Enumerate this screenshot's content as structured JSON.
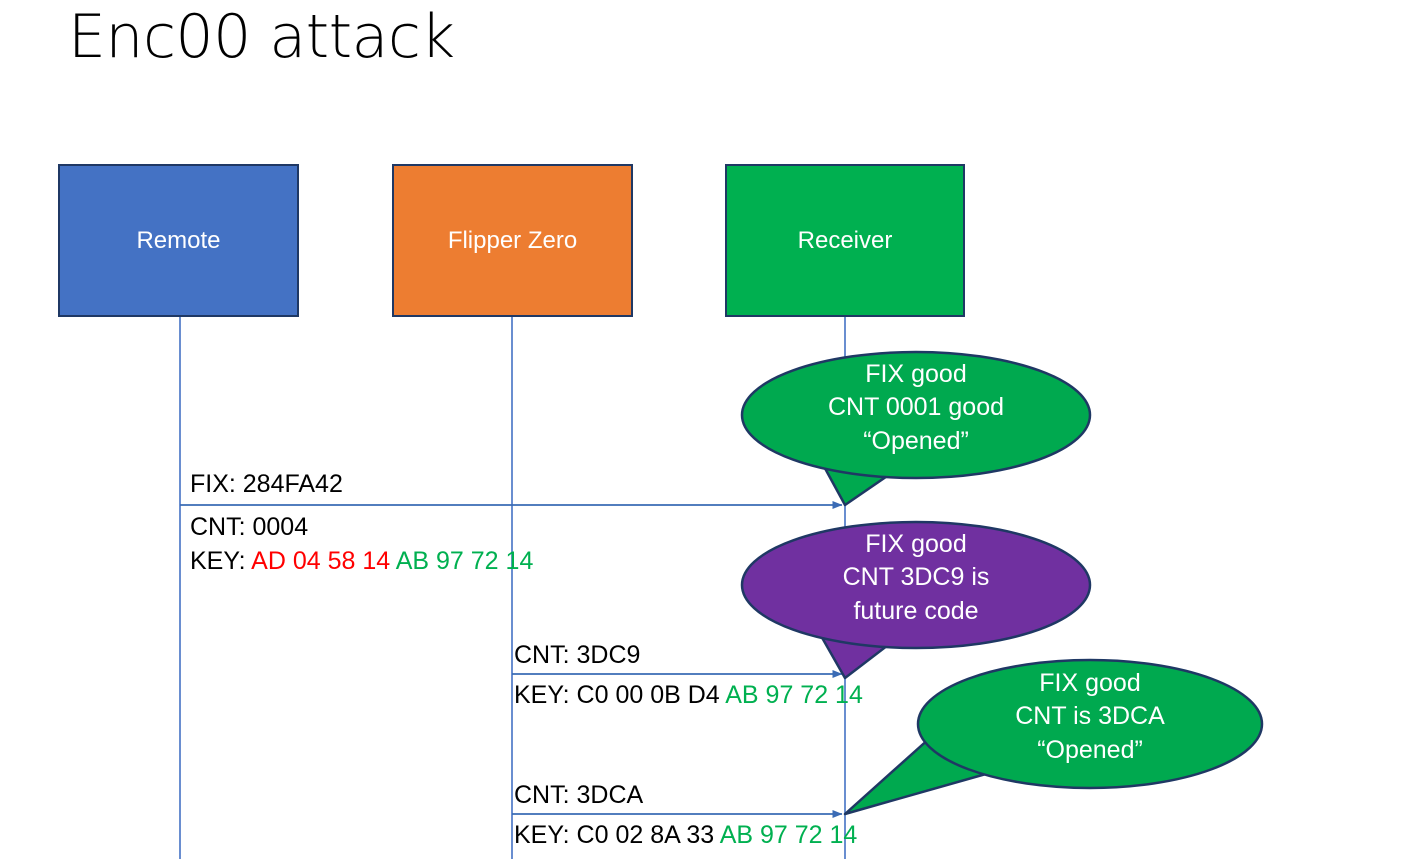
{
  "slide": {
    "title": "Enc00 attack",
    "background": "#FFFFFF"
  },
  "colors": {
    "remote_fill": "#4472C4",
    "flipper_fill": "#ED7D31",
    "receiver_fill": "#00B050",
    "bubble_good": "#00A94F",
    "bubble_future": "#7030A0",
    "outline": "#1F3864",
    "lifeline": "#4472C4",
    "hex_red": "#FF0000",
    "hex_green": "#00B050",
    "text": "#000000"
  },
  "actors": [
    {
      "id": "remote",
      "label": "Remote",
      "fill": "#4472C4"
    },
    {
      "id": "flipper",
      "label": "Flipper Zero",
      "fill": "#ED7D31"
    },
    {
      "id": "receiver",
      "label": "Receiver",
      "fill": "#00B050"
    }
  ],
  "messages": [
    {
      "id": "msg-1",
      "from": "remote",
      "to": "receiver",
      "line1": "FIX: 284FA42",
      "line2": "CNT: 0004",
      "key_label": "KEY: ",
      "key_red": "AD 04 58 14 ",
      "key_green": "AB 97 72 14"
    },
    {
      "id": "msg-2",
      "from": "flipper",
      "to": "receiver",
      "line1": "CNT: 3DC9",
      "key_label": "KEY: C0 00 0B D4 ",
      "key_green": "AB 97 72 14"
    },
    {
      "id": "msg-3",
      "from": "flipper",
      "to": "receiver",
      "line1": "CNT: 3DCA",
      "key_label": "KEY: C0 02 8A 33 ",
      "key_green": "AB 97 72 14"
    }
  ],
  "callouts": [
    {
      "id": "callout-1",
      "kind": "good",
      "fill": "#00A94F",
      "line1": "FIX good",
      "line2": "CNT 0001 good",
      "line3": "“Opened”"
    },
    {
      "id": "callout-2",
      "kind": "future",
      "fill": "#7030A0",
      "line1": "FIX good",
      "line2": "CNT 3DC9 is",
      "line3": "future code"
    },
    {
      "id": "callout-3",
      "kind": "good",
      "fill": "#00A94F",
      "line1": "FIX good",
      "line2": "CNT is 3DCA",
      "line3": "“Opened”"
    }
  ]
}
